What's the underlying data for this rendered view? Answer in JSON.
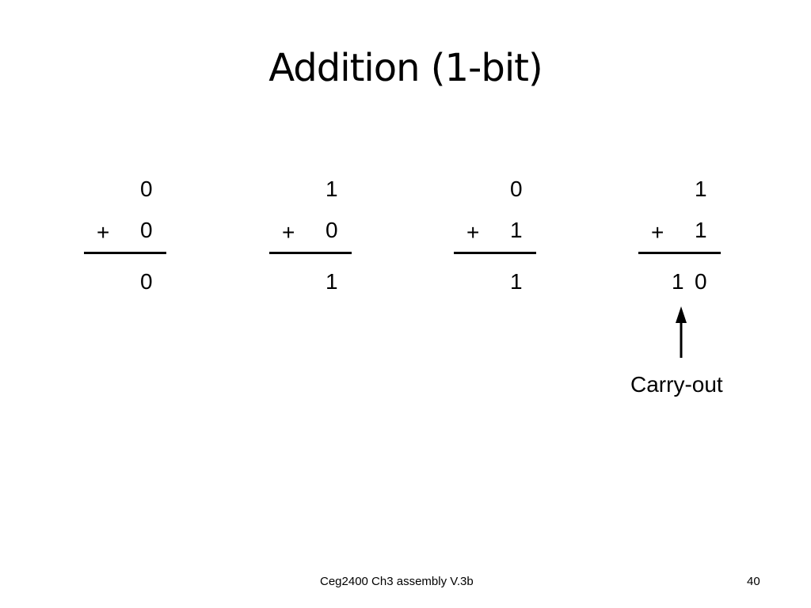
{
  "slide": {
    "title": "Addition (1-bit)"
  },
  "problems": [
    {
      "top": "0",
      "operator": "+",
      "bottom": "0",
      "result": "0"
    },
    {
      "top": "1",
      "operator": "+",
      "bottom": "0",
      "result": "1"
    },
    {
      "top": "0",
      "operator": "+",
      "bottom": "1",
      "result": "1"
    },
    {
      "top": "1",
      "operator": "+",
      "bottom": "1",
      "result_carry": "1",
      "result": "0"
    }
  ],
  "annotation": {
    "label": "Carry-out"
  },
  "footer": {
    "center": "Ceg2400 Ch3 assembly V.3b",
    "page_number": "40"
  }
}
